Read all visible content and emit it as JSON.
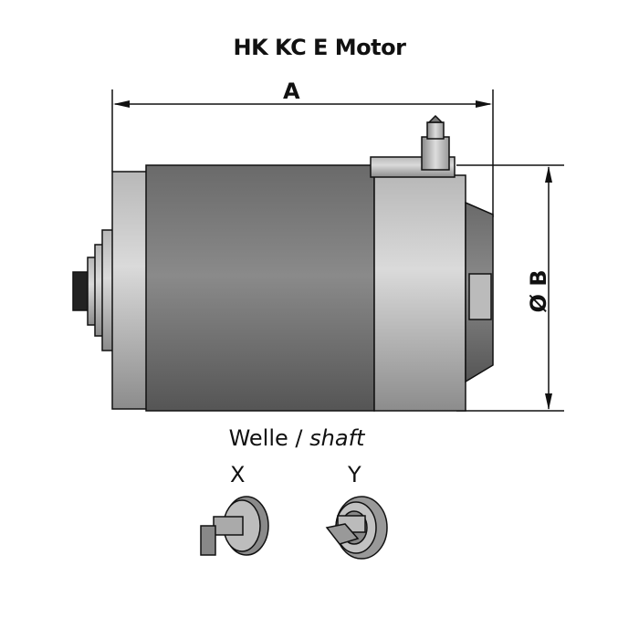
{
  "title": "HK KC E Motor",
  "dimensions": {
    "length_label": "A",
    "diameter_label": "Ø B"
  },
  "shaft": {
    "label_de": "Welle",
    "separator": "/",
    "label_en": "shaft",
    "options": [
      "X",
      "Y"
    ]
  }
}
